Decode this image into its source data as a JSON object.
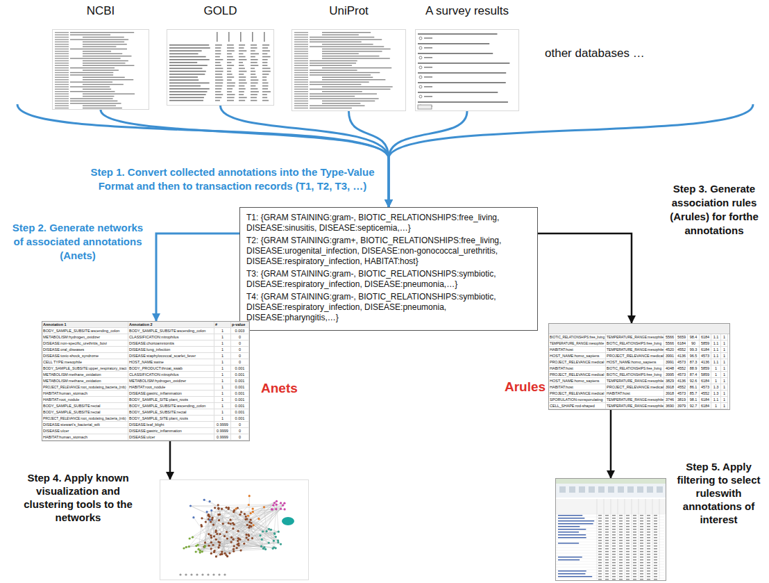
{
  "diagram": {
    "nodes": [
      {
        "text": [
          "NCBI"
        ]
      },
      {
        "text": [
          "GOLD"
        ]
      },
      {
        "text": [
          "UniProt"
        ]
      },
      {
        "text": [
          "A survey results"
        ]
      },
      {
        "text": [
          "T1: {GRAM STAINING:gram-, BIOTIC_RELATIONSHIPS:free_living, DISEASE:sinusitis, DISEASE:septicemia,…}",
          "T2: {GRAM STAINING:gram+, BIOTIC_RELATIONSHIPS:free_living, DISEASE:urogenital_infection, DISEASE:non-gonococcal_urethritis, DISEASE:respiratory_infection, HABITAT:host}",
          "T3: {GRAM STAINING:gram-, BIOTIC_RELATIONSHIPS:symbiotic, DISEASE:respiratory_infection, DISEASE:pneumonia,…}",
          "T4: {GRAM STAINING:gram-, BIOTIC_RELATIONSHIPS:symbiotic, DISEASE:respiratory_infection, DISEASE:pneumonia, DISEASE:pharyngitis,…}"
        ]
      },
      {
        "text": [
          "Anets",
          "Annotation 1",
          "Annotation 2",
          "#",
          "p-value",
          "BODY_SAMPLE_SUBSITE:ascending_colon",
          "BODY_SAMPLE_SUBSITE:ascending_colon",
          "1",
          "0.003",
          "METABOLISM:hydrogen_oxidizer",
          "CLASSIFICATION:nitrophilus",
          "1",
          "0",
          "DISEASE:non-specific_urethritis_bovi",
          "DISEASE:chorioamnionitis",
          "1",
          "0",
          "DISEASE:oral_diseases",
          "DISEASE:lung_infection",
          "1",
          "0",
          "DISEASE:toxic-shock_syndrome",
          "DISEASE:staphylococcal_scarlet_fever",
          "1",
          "0",
          "CELL TYPE:mesophile",
          "HOST_NAME:swine",
          "1",
          "0",
          "BODY_SAMPLE_SUBSITE:upper_respiratory_tract",
          "BODY_PRODUCT:throat_swab",
          "1",
          "0.001",
          "METABOLISM:methane_oxidation",
          "CLASSIFICATION:nitrophilus",
          "1",
          "0.001",
          "METABOLISM:methane_oxidation",
          "METABOLISM:hydrogen_oxidizer",
          "1",
          "0.001",
          "PROJECT_RELEVANCE:root_nodulating_bacteria_(rnb)",
          "HABITAT:root_nodule",
          "1",
          "0.001",
          "HABITAT:human_stomach",
          "DISEASE:gastric_inflammation",
          "1",
          "0.001",
          "HABITAT:root_nodule",
          "BODY_SAMPLE_SITE:plant_roots",
          "1",
          "0.001",
          "BODY_SAMPLE_SUBSITE:rectal",
          "BODY_SAMPLE_SUBSITE:ascending_colon",
          "1",
          "0.001",
          "BODY_SAMPLE_SUBSITE:rectal",
          "BODY_SAMPLE_SUBSITE:rectal",
          "1",
          "0.001",
          "PROJECT_RELEVANCE:root_nodulating_bacteria_(rnb)",
          "BODY_SAMPLE_SITE:plant_roots",
          "1",
          "0.001",
          "DISEASE:stewart's_bacterial_wilt",
          "DISEASE:leaf_blight",
          "0.9999",
          "0",
          "DISEASE:ulcer",
          "DISEASE:gastric_inflammation",
          "0.9999",
          "0",
          "HABITAT:human_stomach",
          "DISEASE:ulcer",
          "0.9999",
          "0"
        ]
      },
      {
        "text": [
          "Arules",
          "BIOTIC_RELATIONSHIPS:free_living",
          "TEMPERATURE_RANGE:mesophile",
          "5566",
          "5659",
          "98.4",
          "6184",
          "1.1",
          "1",
          "TEMPERATURE_RANGE:mesophile",
          "BIOTIC_RELATIONSHIPS:free_living",
          "5566",
          "6184",
          "90",
          "5859",
          "1.1",
          "1",
          "HABITAT:host",
          "TEMPERATURE_RANGE:mesophile",
          "4520",
          "4552",
          "99.3",
          "6184",
          "1.1",
          "1",
          "HOST_NAME:homo_sapiens",
          "PROJECT_RELEVANCE:medical",
          "3991",
          "4136",
          "96.5",
          "4573",
          "1.1",
          "1",
          "PROJECT_RELEVANCE:medical",
          "HOST_NAME:homo_sapiens",
          "3991",
          "4573",
          "87.3",
          "4136",
          "1.1",
          "1",
          "HABITAT:host",
          "BIOTIC_RELATIONSHIPS:free_living",
          "4048",
          "4552",
          "88.9",
          "5859",
          "1",
          "1",
          "PROJECT_RELEVANCE:medical",
          "BIOTIC_RELATIONSHIPS:free_living",
          "3995",
          "4573",
          "87.4",
          "5859",
          "1",
          "1",
          "HOST_NAME:homo_sapiens",
          "TEMPERATURE_RANGE:mesophile",
          "3829",
          "4136",
          "92.6",
          "6184",
          "1",
          "1",
          "HABITAT:host",
          "PROJECT_RELEVANCE:medical",
          "3918",
          "4552",
          "86.1",
          "4573",
          "1.3",
          "1",
          "PROJECT_RELEVANCE:medical",
          "HABITAT:host",
          "3918",
          "4573",
          "85.7",
          "4552",
          "1.3",
          "1",
          "SPORULATION:nonsporulating",
          "TEMPERATURE_RANGE:mesophile",
          "3746",
          "3819",
          "98.1",
          "6184",
          "1.1",
          "1",
          "CELL_SHAPE:rod-shaped",
          "TEMPERATURE_RANGE:mesophile",
          "3690",
          "3979",
          "92.7",
          "6184",
          "1",
          "1"
        ]
      },
      {
        "text": [
          "Step 4. Apply known visualization and clustering tools to the networks"
        ]
      },
      {
        "text": [
          "Step 5. Apply filtering to select ruleswith annotations of interest"
        ]
      }
    ],
    "edges": [
      {
        "from": 0,
        "to": 4,
        "arrow": "to"
      },
      {
        "from": 1,
        "to": 4,
        "arrow": "to"
      },
      {
        "from": 2,
        "to": 4,
        "arrow": "to"
      },
      {
        "from": 3,
        "to": 4,
        "arrow": "to"
      },
      {
        "from": 4,
        "to": 5,
        "arrow": "to"
      },
      {
        "from": 4,
        "to": 6,
        "arrow": "to"
      },
      {
        "from": 5,
        "to": 7,
        "arrow": "to"
      },
      {
        "from": 6,
        "to": 8,
        "arrow": "to"
      }
    ],
    "labels": [
      "other databases …",
      "Step 1. Convert collected annotations into the Type-Value Format and then to transaction records (T1, T2, T3, …)",
      "Step 2. Generate networks of associated annotations (Anets)",
      "Step 3. Generate association rules (Arules) for forthe annotations"
    ]
  }
}
